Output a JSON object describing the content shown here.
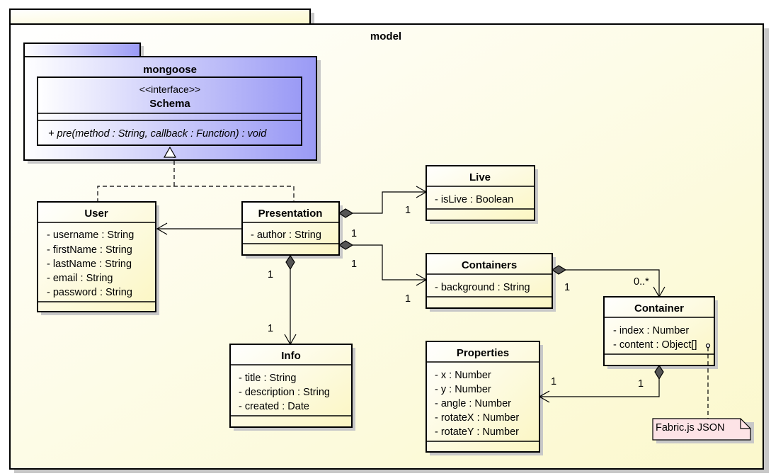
{
  "colors": {
    "package_fill": "#fdfbd8",
    "class_fill": "#fefbd0",
    "mongoose_fill_start": "#ffffff",
    "mongoose_fill_end": "#9a9af5",
    "note_fill": "#fde3e6",
    "line": "#000000",
    "shadow": "#c8c8c8"
  },
  "model_package": {
    "name": "model"
  },
  "mongoose_package": {
    "name": "mongoose"
  },
  "schema": {
    "stereotype": "<<interface>>",
    "name": "Schema",
    "operation": "+ pre(method : String, callback : Function) : void"
  },
  "classes": {
    "user": {
      "name": "User",
      "attrs": [
        "- username : String",
        "- firstName : String",
        "- lastName : String",
        "- email : String",
        "- password : String"
      ]
    },
    "presentation": {
      "name": "Presentation",
      "attrs": [
        "- author : String"
      ]
    },
    "live": {
      "name": "Live",
      "attrs": [
        "- isLive : Boolean"
      ]
    },
    "containers": {
      "name": "Containers",
      "attrs": [
        "- background : String"
      ]
    },
    "container": {
      "name": "Container",
      "attrs": [
        "- index : Number",
        "- content : Object[]"
      ]
    },
    "info": {
      "name": "Info",
      "attrs": [
        "- title : String",
        "- description : String",
        "- created : Date"
      ]
    },
    "properties": {
      "name": "Properties",
      "attrs": [
        "- x : Number",
        "- y : Number",
        "- angle : Number",
        "- rotateX : Number",
        "- rotateY : Number"
      ]
    }
  },
  "note": {
    "text": "Fabric.js JSON"
  },
  "multiplicities": {
    "pres_live_src": "1",
    "pres_live_dst": "1",
    "pres_containers_src": "1",
    "pres_containers_dst": "1",
    "pres_info_src": "1",
    "pres_info_dst": "1",
    "containers_container_src": "1",
    "containers_container_dst": "0..*",
    "container_props_src": "1",
    "container_props_dst": "1"
  }
}
